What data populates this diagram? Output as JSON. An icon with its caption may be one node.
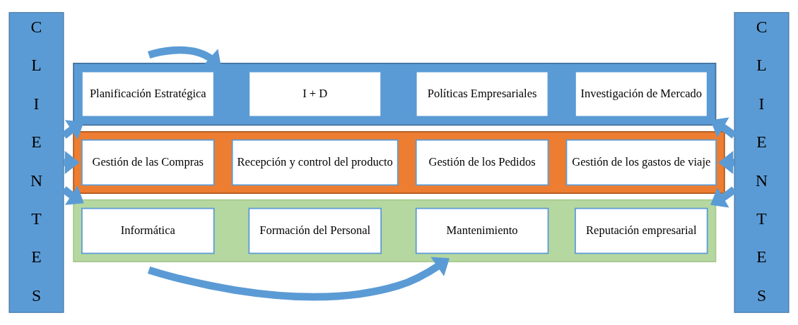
{
  "diagram": {
    "nodes": [
      {
        "text": [
          "C L I E N T E S"
        ]
      },
      {
        "text": [],
        "shape": "box"
      },
      {
        "text": [
          "Planificación Estratégica"
        ],
        "in": 1
      },
      {
        "text": [
          "I + D"
        ],
        "in": 1
      },
      {
        "text": [
          "Políticas Empresariales"
        ],
        "in": 1
      },
      {
        "text": [
          "Investigación de Mercado"
        ],
        "in": 1
      },
      {
        "text": [],
        "shape": "box"
      },
      {
        "text": [
          "Gestión de las Compras"
        ],
        "in": 6
      },
      {
        "text": [
          "Recepción y control del producto"
        ],
        "in": 6
      },
      {
        "text": [
          "Gestión de los Pedidos"
        ],
        "in": 6
      },
      {
        "text": [
          "Gestión de los gastos de viaje"
        ],
        "in": 6
      },
      {
        "text": [],
        "shape": "box"
      },
      {
        "text": [
          "Informática"
        ],
        "in": 11
      },
      {
        "text": [
          "Formación del Personal"
        ],
        "in": 11
      },
      {
        "text": [
          "Mantenimiento"
        ],
        "in": 11
      },
      {
        "text": [
          "Reputación empresarial"
        ],
        "in": 11
      },
      {
        "text": [
          "C L I E N T E S"
        ]
      }
    ],
    "edges": [
      {
        "from": 0,
        "to": 1,
        "arrow": "to"
      },
      {
        "from": 0,
        "to": 6,
        "arrow": "to"
      },
      {
        "from": 0,
        "to": 11,
        "arrow": "to"
      },
      {
        "from": 16,
        "to": 1,
        "arrow": "to"
      },
      {
        "from": 16,
        "to": 6,
        "arrow": "to"
      },
      {
        "from": 16,
        "to": 11,
        "arrow": "to"
      },
      {
        "from": null,
        "to": 1,
        "arrow": "to"
      },
      {
        "from": null,
        "to": 11,
        "arrow": "to"
      }
    ]
  }
}
